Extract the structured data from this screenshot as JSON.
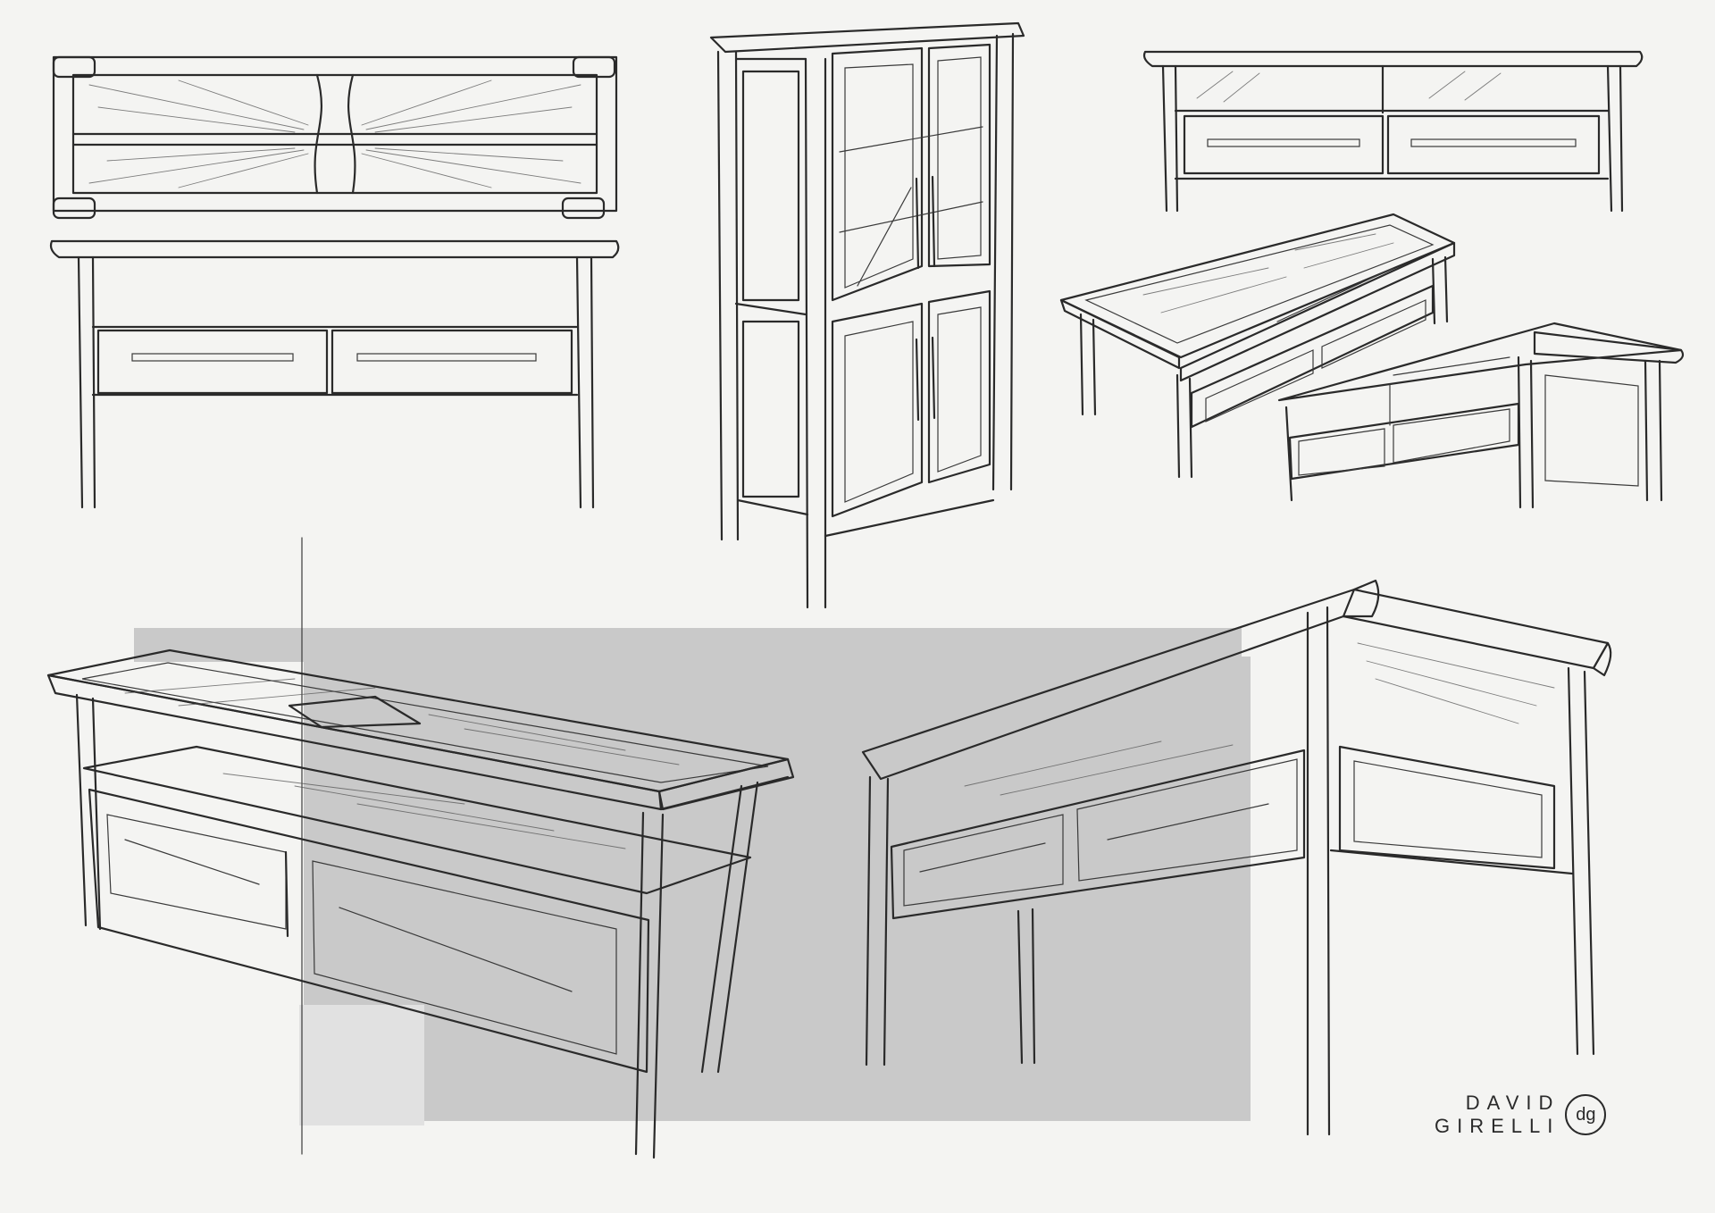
{
  "signature": {
    "line1": "DAVID",
    "line2": "GIRELLI",
    "monogram": "dg"
  },
  "colors": {
    "paper": "#f4f4f2",
    "ink": "#2a2a2a",
    "wash": "#c9c9c9"
  }
}
